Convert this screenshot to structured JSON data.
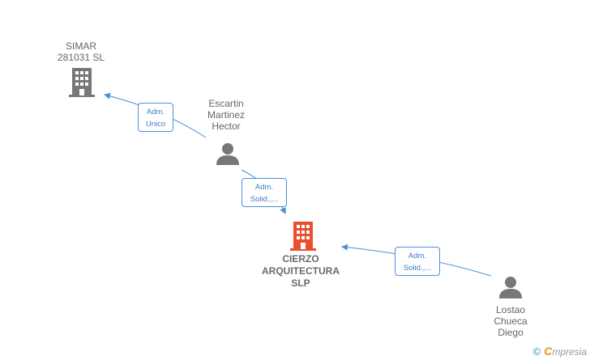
{
  "nodes": {
    "simar": {
      "lines": [
        "SIMAR",
        "281031  SL"
      ]
    },
    "escartin": {
      "lines": [
        "Escartin",
        "Martinez",
        "Hector"
      ]
    },
    "cierzo": {
      "lines": [
        "CIERZO",
        "ARQUITECTURA",
        "SLP"
      ]
    },
    "lostao": {
      "lines": [
        "Lostao",
        "Chueca",
        "Diego"
      ]
    }
  },
  "edges": {
    "escartin_simar": {
      "lines": [
        "Adm.",
        "Unico"
      ]
    },
    "escartin_cierzo": {
      "lines": [
        "Adm.",
        "Solid.,..."
      ]
    },
    "lostao_cierzo": {
      "lines": [
        "Adm.",
        "Solid.,..."
      ]
    }
  },
  "colors": {
    "company": "#777777",
    "main_company": "#e8502e",
    "person": "#777777",
    "edge": "#4a90d9"
  },
  "icons": {
    "company": "building-icon",
    "person": "person-icon"
  },
  "brand": {
    "copyright": "©",
    "initial": "C",
    "rest": "mpresia"
  }
}
